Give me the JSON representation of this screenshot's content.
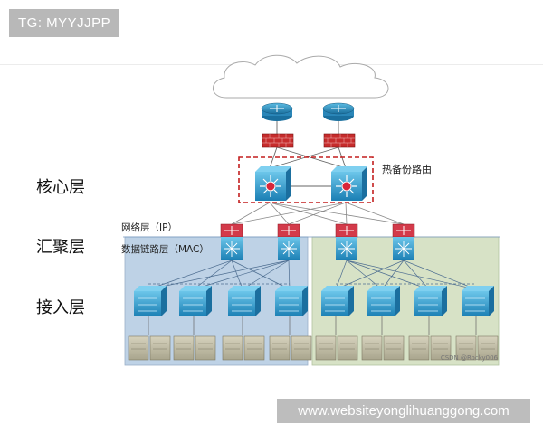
{
  "header": {
    "tag": "TG: MYYJJPP"
  },
  "diagram": {
    "layers": {
      "core": "核心层",
      "aggregation": "汇聚层",
      "access": "接入层"
    },
    "annotations": {
      "hot_standby": "热备份路由",
      "network_layer": "网络层（IP）",
      "datalink_layer": "数据链路层（MAC）"
    },
    "watermark": "CSDN @Rocky006"
  },
  "footer": {
    "url": "www.websiteyonglihuanggong.com"
  }
}
